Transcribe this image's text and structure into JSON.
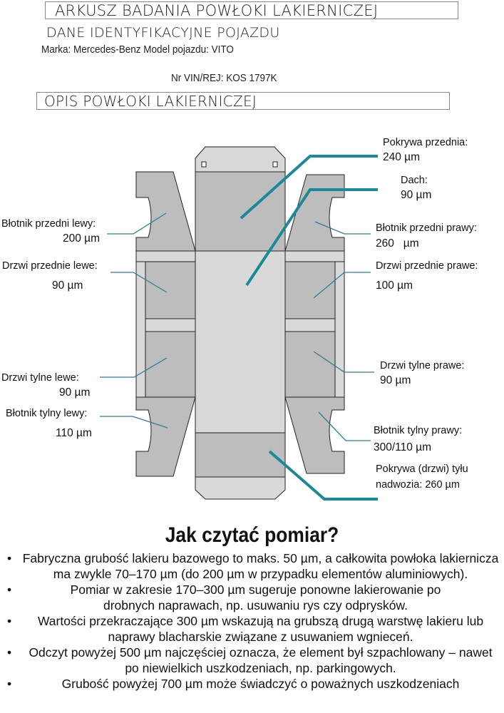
{
  "header": {
    "title": "ARKUSZ BADANIA POWŁOKI LAKIERNICZEJ",
    "vehicle_section": "DANE IDENTYFIKACYJNE POJAZDU",
    "make_model": "Marka: Mercedes-Benz  Model pojazdu:  VITO",
    "vin": "Nr VIN/REJ: KOS 1797K",
    "coating_section": "OPIS POWŁOKI LAKIERNICZEJ"
  },
  "colors": {
    "accent": "#1a8a9a",
    "panel_dark": "#bdbdbd",
    "panel_light": "#d9d9d9"
  },
  "measurements": {
    "hood": {
      "label": "Pokrywa przednia:",
      "value": "240 µm"
    },
    "roof": {
      "label": "Dach:",
      "value": "90 µm"
    },
    "front_fender_left": {
      "label": "Błotnik przedni lewy:",
      "value": "200 µm"
    },
    "front_fender_right": {
      "label": "Błotnik przedni prawy:",
      "value": "260   µm"
    },
    "front_door_left": {
      "label": "Drzwi przednie lewe:",
      "value": "90  µm"
    },
    "front_door_right": {
      "label": "Drzwi przednie prawe:",
      "value": "100 µm"
    },
    "rear_door_left": {
      "label": "Drzwi tylne lewe:",
      "value": "90 µm"
    },
    "rear_door_right": {
      "label": "Drzwi tylne prawe:",
      "value": "90 µm"
    },
    "rear_fender_left": {
      "label": "Błotnik tylny lewy:",
      "value": "110  µm"
    },
    "rear_fender_right": {
      "label": "Błotnik tylny prawy:",
      "value": "300/110 µm"
    },
    "tailgate": {
      "label": "Pokrywa (drzwi) tyłu",
      "value": "nadwozia: 260 µm"
    }
  },
  "guide": {
    "title": "Jak czytać pomiar?",
    "items": [
      "Fabryczna grubość lakieru bazowego to maks. 50 µm, a całkowita powłoka lakiernicza ma zwykle 70–170 µm (do 200 µm w przypadku elementów aluminiowych).",
      "Pomiar w zakresie 170–300 µm sugeruje ponowne lakierowanie po drobnych naprawach, np. usuwaniu rys czy odprysków.",
      "Wartości przekraczające 300 µm wskazują na grubszą drugą warstwę lakieru lub naprawy blacharskie związane z usuwaniem wgnieceń.",
      "Odczyt powyżej 500 µm najczęściej oznacza, że element był szpachlowany – nawet po niewielkich uszkodzeniach, np. parkingowych.",
      "Grubość powyżej 700 µm może świadczyć o poważnych uszkodzeniach"
    ]
  }
}
